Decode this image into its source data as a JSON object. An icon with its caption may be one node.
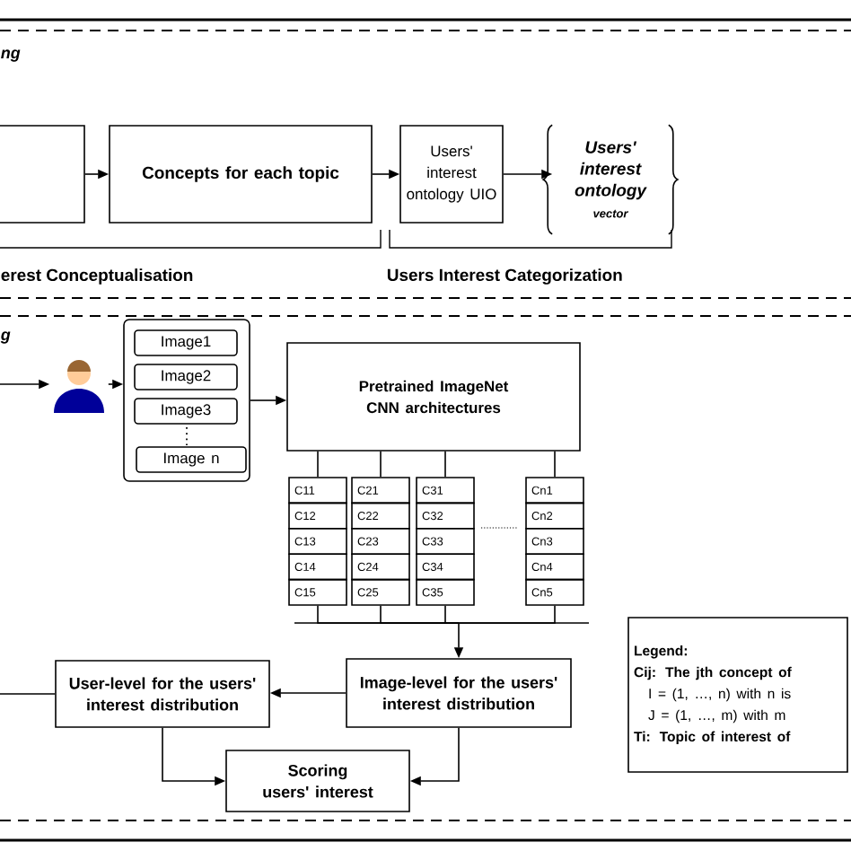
{
  "diagram": {
    "nodes": [
      {
        "text": [],
        "shape": "box"
      },
      {
        "text": [
          "Concepts for each topic"
        ]
      },
      {
        "text": [
          "Users' interest ontology UIO"
        ]
      },
      {
        "text": [
          "Users' interest ontology",
          "vector"
        ]
      },
      {
        "text": [],
        "shape": "person"
      },
      {
        "text": [],
        "shape": "box"
      },
      {
        "text": [
          "Image1"
        ],
        "in": 5
      },
      {
        "text": [
          "Image2"
        ],
        "in": 5
      },
      {
        "text": [
          "Image3"
        ],
        "in": 5
      },
      {
        "text": [
          "Image n"
        ],
        "in": 5
      },
      {
        "text": [
          "Pretrained ImageNet CNN architectures"
        ]
      },
      {
        "text": [
          "C11"
        ]
      },
      {
        "text": [
          "C21"
        ]
      },
      {
        "text": [
          "C31"
        ]
      },
      {
        "text": [
          "Cn1"
        ]
      },
      {
        "text": [
          "C12"
        ]
      },
      {
        "text": [
          "C22"
        ]
      },
      {
        "text": [
          "C32"
        ]
      },
      {
        "text": [
          "Cn2"
        ]
      },
      {
        "text": [
          "C13"
        ]
      },
      {
        "text": [
          "C23"
        ]
      },
      {
        "text": [
          "C33"
        ]
      },
      {
        "text": [
          "Cn3"
        ]
      },
      {
        "text": [
          "C14"
        ]
      },
      {
        "text": [
          "C24"
        ]
      },
      {
        "text": [
          "C34"
        ]
      },
      {
        "text": [
          "Cn4"
        ]
      },
      {
        "text": [
          "C15"
        ]
      },
      {
        "text": [
          "C25"
        ]
      },
      {
        "text": [
          "C35"
        ]
      },
      {
        "text": [
          "Cn5"
        ]
      },
      {
        "text": [
          "User-level for the users' interest distribution"
        ]
      },
      {
        "text": [
          "Image-level for the users' interest distribution"
        ]
      },
      {
        "text": [
          "Scoring users' interest"
        ]
      },
      {
        "text": [
          "Legend:",
          "Cij: The jth concept of",
          "I = (1, …, n) with n is",
          "J = (1, …, m) with m",
          "Ti: Topic of interest of"
        ]
      }
    ],
    "edges": [
      {
        "from": 0,
        "to": 1,
        "arrow": "to"
      },
      {
        "from": 1,
        "to": 2,
        "arrow": "to"
      },
      {
        "from": 2,
        "to": 3,
        "arrow": "to"
      },
      {
        "from": null,
        "to": 4,
        "arrow": "to"
      },
      {
        "from": 4,
        "to": 5,
        "arrow": "to"
      },
      {
        "from": 5,
        "to": 10,
        "arrow": "to"
      },
      {
        "from": 10,
        "to": 11,
        "arrow": "none"
      },
      {
        "from": 10,
        "to": 12,
        "arrow": "none"
      },
      {
        "from": 10,
        "to": 13,
        "arrow": "none"
      },
      {
        "from": 10,
        "to": 14,
        "arrow": "none"
      },
      {
        "from": 27,
        "to": 32,
        "arrow": "to"
      },
      {
        "from": 28,
        "to": 32,
        "arrow": "to"
      },
      {
        "from": 29,
        "to": 32,
        "arrow": "to"
      },
      {
        "from": 30,
        "to": 32,
        "arrow": "to"
      },
      {
        "from": 32,
        "to": 31,
        "arrow": "to"
      },
      {
        "from": null,
        "to": 31,
        "arrow": "none"
      },
      {
        "from": 31,
        "to": 33,
        "arrow": "to"
      },
      {
        "from": 32,
        "to": 33,
        "arrow": "to"
      }
    ],
    "labels": [
      "ng",
      "erest Conceptualisation",
      "Users Interest Categorization",
      "g"
    ]
  }
}
